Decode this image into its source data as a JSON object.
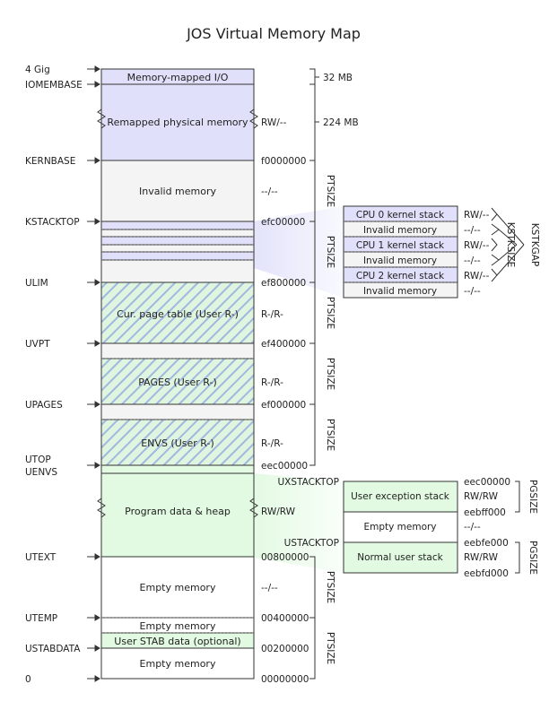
{
  "title": "JOS Virtual Memory Map",
  "left_labels": [
    {
      "key": "4g",
      "text": "4 Gig"
    },
    {
      "key": "iomembase",
      "text": "IOMEMBASE"
    },
    {
      "key": "kernbase",
      "text": "KERNBASE"
    },
    {
      "key": "kstacktop",
      "text": "KSTACKTOP"
    },
    {
      "key": "ulim",
      "text": "ULIM"
    },
    {
      "key": "uvpt",
      "text": "UVPT"
    },
    {
      "key": "upages",
      "text": "UPAGES"
    },
    {
      "key": "utop",
      "text": "UTOP"
    },
    {
      "key": "uenvs",
      "text": "UENVS"
    },
    {
      "key": "utext",
      "text": "UTEXT"
    },
    {
      "key": "utemp",
      "text": "UTEMP"
    },
    {
      "key": "ustabdata",
      "text": "USTABDATA"
    },
    {
      "key": "zero",
      "text": "0"
    }
  ],
  "regions": [
    {
      "key": "mmio",
      "label": "Memory-mapped I/O",
      "perm": ""
    },
    {
      "key": "remapped",
      "label": "Remapped physical memory",
      "perm": "RW/--"
    },
    {
      "key": "invalid",
      "label": "Invalid memory",
      "perm": "--/--"
    },
    {
      "key": "curpgtable",
      "label": "Cur. page table (User R-)",
      "perm": "R-/R-"
    },
    {
      "key": "pages",
      "label": "PAGES (User R-)",
      "perm": "R-/R-"
    },
    {
      "key": "envs",
      "label": "ENVS (User R-)",
      "perm": "R-/R-"
    },
    {
      "key": "program",
      "label": "Program data & heap",
      "perm": "RW/RW"
    },
    {
      "key": "empty1",
      "label": "Empty memory",
      "perm": "--/--"
    },
    {
      "key": "empty2",
      "label": "Empty memory",
      "perm": ""
    },
    {
      "key": "stab",
      "label": "User STAB data (optional)",
      "perm": ""
    },
    {
      "key": "empty3",
      "label": "Empty memory",
      "perm": ""
    }
  ],
  "addresses": [
    {
      "key": "kernbase",
      "text": "f0000000"
    },
    {
      "key": "kstacktop",
      "text": "efc00000"
    },
    {
      "key": "ulim",
      "text": "ef800000"
    },
    {
      "key": "uvpt",
      "text": "ef400000"
    },
    {
      "key": "upages",
      "text": "ef000000"
    },
    {
      "key": "uenvs",
      "text": "eec00000"
    },
    {
      "key": "utext",
      "text": "00800000"
    },
    {
      "key": "utemp",
      "text": "00400000"
    },
    {
      "key": "ustabdata",
      "text": "00200000"
    },
    {
      "key": "zero",
      "text": "00000000"
    }
  ],
  "sizes": [
    {
      "key": "s32",
      "text": "32 MB"
    },
    {
      "key": "s224",
      "text": "224 MB"
    },
    {
      "key": "pt1",
      "text": "PTSIZE"
    },
    {
      "key": "pt2",
      "text": "PTSIZE"
    },
    {
      "key": "pt3",
      "text": "PTSIZE"
    },
    {
      "key": "pt4",
      "text": "PTSIZE"
    },
    {
      "key": "pt5",
      "text": "PTSIZE"
    },
    {
      "key": "pt6",
      "text": "PTSIZE"
    },
    {
      "key": "pt7",
      "text": "PTSIZE"
    }
  ],
  "kstack_detail": [
    {
      "label": "CPU 0 kernel stack",
      "perm": "RW/--",
      "kind": "stack"
    },
    {
      "label": "Invalid memory",
      "perm": "--/--",
      "kind": "invalid"
    },
    {
      "label": "CPU 1 kernel stack",
      "perm": "RW/--",
      "kind": "stack"
    },
    {
      "label": "Invalid memory",
      "perm": "--/--",
      "kind": "invalid"
    },
    {
      "label": "CPU 2 kernel stack",
      "perm": "RW/--",
      "kind": "stack"
    },
    {
      "label": "Invalid memory",
      "perm": "--/--",
      "kind": "invalid"
    }
  ],
  "kstack_labels": {
    "kstksize": "KSTKSIZE",
    "kstkgap": "KSTKGAP"
  },
  "user_detail": {
    "uxstacktop": "UXSTACKTOP",
    "ustacktop": "USTACKTOP",
    "rows": [
      {
        "label": "User exception stack",
        "perm": "RW/RW",
        "kind": "stack"
      },
      {
        "label": "Empty memory",
        "perm": "--/--",
        "kind": "empty"
      },
      {
        "label": "Normal user stack",
        "perm": "RW/RW",
        "kind": "stack"
      }
    ],
    "addresses": [
      "eec00000",
      "eebff000",
      "eebfe000",
      "eebfd000"
    ],
    "pgsize1": "PGSIZE",
    "pgsize2": "PGSIZE"
  },
  "colors": {
    "kernel_blue": "#e0e0fa",
    "gray": "#f4f4f4",
    "green": "#e2fae2",
    "hatch": "#a0b8e0",
    "outline": "#333333"
  }
}
